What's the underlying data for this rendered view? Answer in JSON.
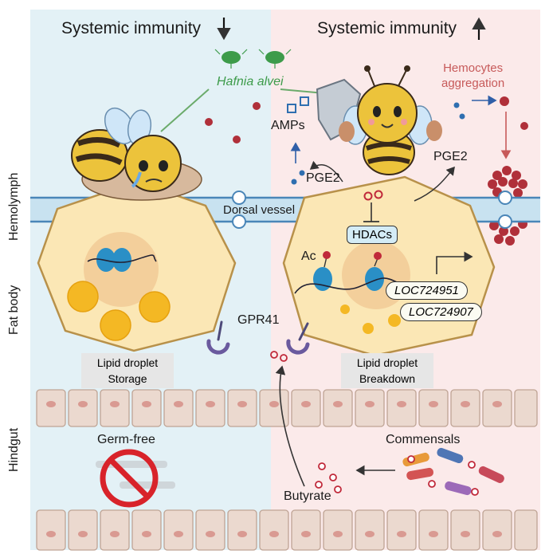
{
  "header": {
    "left_title": "Systemic immunity",
    "right_title": "Systemic immunity"
  },
  "regions": {
    "hemolymph": "Hemolymph",
    "fat_body": "Fat body",
    "hindgut": "Hindgut"
  },
  "labels": {
    "bacterium": "Hafnia alvei",
    "amps": "AMPs",
    "pge2_left": "PGE2",
    "pge2_right": "PGE2",
    "hemocytes": "Hemocytes\naggregation",
    "dorsal_vessel": "Dorsal vessel",
    "hdacs": "HDACs",
    "ac": "Ac",
    "gene1": "LOC724951",
    "gene2": "LOC724907",
    "gpr41": "GPR41",
    "lipid_left": "Lipid droplet\nStorage",
    "lipid_right": "Lipid droplet\nBreakdown",
    "germ_free": "Germ-free",
    "commensals": "Commensals",
    "butyrate": "Butyrate"
  },
  "colors": {
    "left_bg": "#e3f1f6",
    "right_bg": "#fbeaea",
    "fat_cell": "#fbe7b5",
    "nucleus": "#f3cf9b",
    "vessel": "#c8e2f0",
    "bacteria_green": "#3d9b4a",
    "dot_red": "#b0303a"
  },
  "icons": [
    "sick-bee-icon",
    "happy-bee-icon",
    "shield-icon",
    "bacterium-icon",
    "no-entry-icon",
    "histone-icon",
    "receptor-icon"
  ]
}
